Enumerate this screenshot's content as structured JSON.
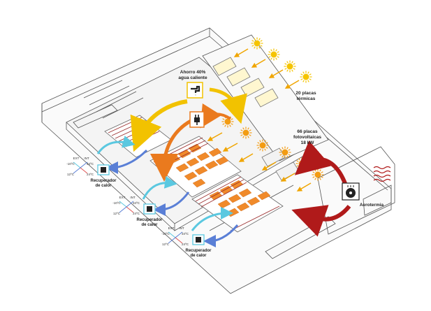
{
  "labels": {
    "ahorro": [
      "Ahorro 40%",
      "agua caliente"
    ],
    "placas_termicas": [
      "20 placas",
      "térmicas"
    ],
    "placas_fotovoltaicas": [
      "66 placas",
      "fotovoltaicas",
      "18 kW"
    ],
    "aerotermia": "Aerotermia",
    "recuperador": [
      "Recuperador",
      "de calor"
    ],
    "ext": "EXT",
    "int": "INT",
    "temps": [
      "-10ºC",
      "34ºC",
      "12ºC",
      "24ºC"
    ]
  },
  "colors": {
    "sun": "#f5c400",
    "sun_ray": "#f0a500",
    "water_arrow": "#f2c200",
    "electric_arrow": "#ea7a1e",
    "aero_arrow": "#b01a1a",
    "cold_air": "#5bc8e0",
    "warm_air": "#5a7fd6",
    "pipes": "#9b2d2d",
    "floor_heating": "#f08a2a",
    "outline": "#555555"
  },
  "icons": [
    "sun-icon",
    "tap-icon",
    "plug-icon",
    "heat-exchanger-icon",
    "aerothermal-unit-icon",
    "heat-waves-icon",
    "compass-arrows-icon"
  ]
}
